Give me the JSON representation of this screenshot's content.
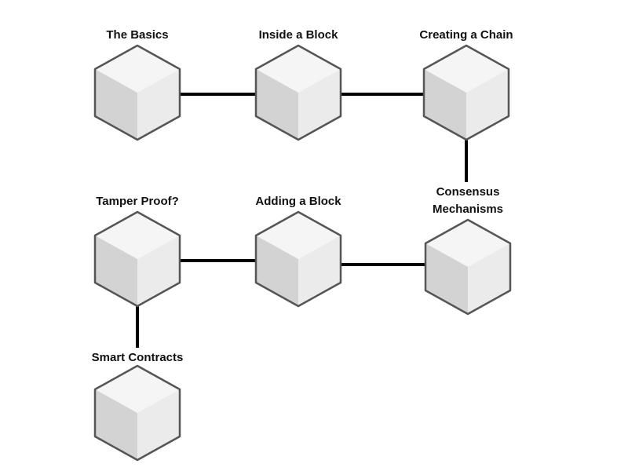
{
  "diagram": {
    "colors": {
      "left_face": "#d3d3d3",
      "right_face": "#ebebeb",
      "top_face": "#f5f5f5",
      "edge": "#555555",
      "connector": "#000000",
      "text": "#111111"
    },
    "nodes": [
      {
        "id": "basics",
        "label": "The Basics"
      },
      {
        "id": "inside",
        "label": "Inside a Block"
      },
      {
        "id": "chain",
        "label": "Creating a Chain"
      },
      {
        "id": "consensus",
        "label": "Consensus",
        "label2": "Mechanisms"
      },
      {
        "id": "adding",
        "label": "Adding a Block"
      },
      {
        "id": "tamper",
        "label": "Tamper Proof?"
      },
      {
        "id": "smart",
        "label": "Smart Contracts"
      }
    ],
    "edges": [
      [
        "basics",
        "inside"
      ],
      [
        "inside",
        "chain"
      ],
      [
        "chain",
        "consensus"
      ],
      [
        "consensus",
        "adding"
      ],
      [
        "adding",
        "tamper"
      ],
      [
        "tamper",
        "smart"
      ]
    ]
  }
}
